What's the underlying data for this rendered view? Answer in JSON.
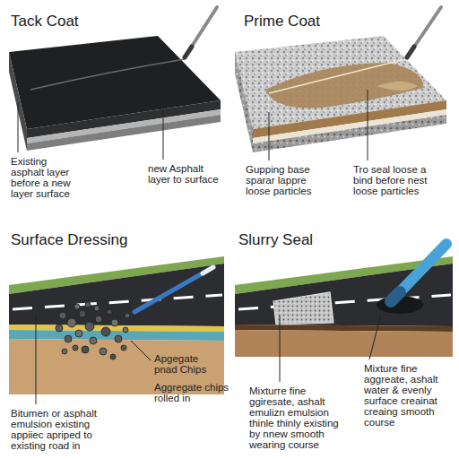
{
  "diagram": {
    "labels": [
      "Tack Coat",
      "Existing asphalt layer before a new layer surface",
      "new Asphalt layer to surface",
      "Prime Coat",
      "Gupping base sparar lappre loose particles",
      "Tro seal loose a bind before nest loose particles",
      "Surface Dressing",
      "Apgegate pnad Chips",
      "Aggregate chips rolled in",
      "Bitumen or asphalt emulsion existing appiiec apriped to existing road in",
      "Slurry Seal",
      "Mixturre fine ggiresate, ashalt emulizn emulsion thinle thinly existing by nnew smooth wearing course",
      "Mixture fine aggreate, ashalt water & evenly surface creainat creaing smooth course"
    ]
  }
}
